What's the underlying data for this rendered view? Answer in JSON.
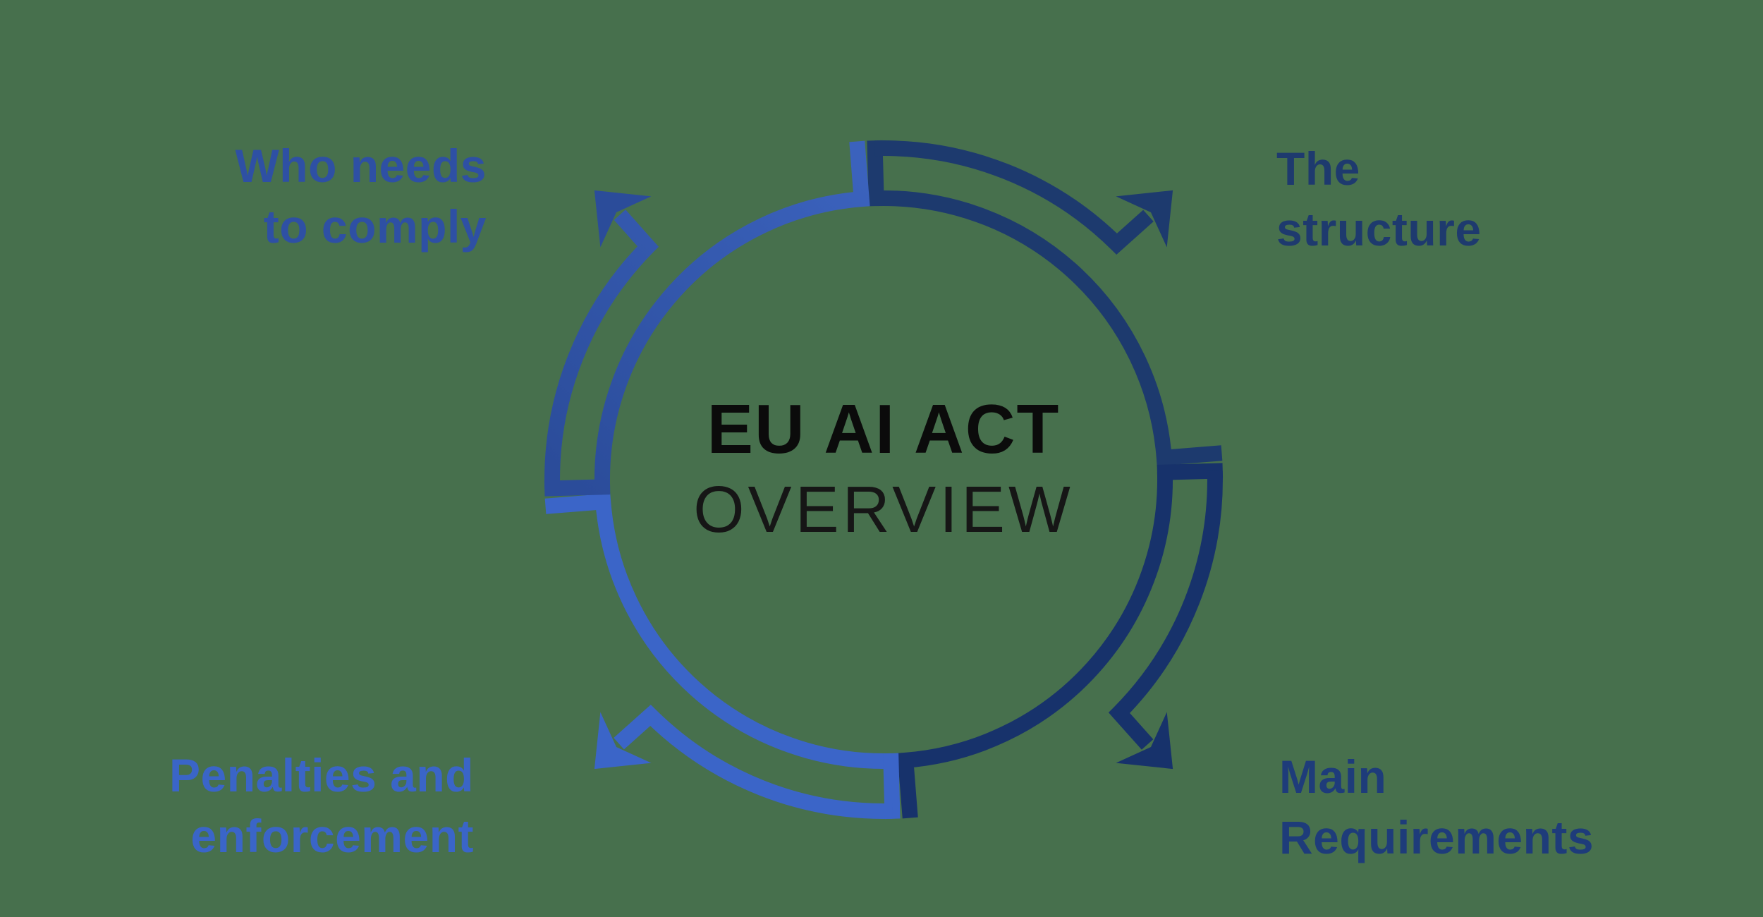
{
  "page": {
    "background_color": "#47704D"
  },
  "center": {
    "title": "EU AI ACT",
    "subtitle": "OVERVIEW",
    "title_color": "#0b0b0b",
    "subtitle_color": "#161616"
  },
  "labels": {
    "top_left": {
      "line1": "Who needs",
      "line2": "to comply",
      "color": "#2e50a4"
    },
    "top_right": {
      "line1": "The",
      "line2": "structure",
      "color": "#1e3a6e"
    },
    "bottom_left": {
      "line1": "Penalties and",
      "line2": "enforcement",
      "color": "#3a65c8"
    },
    "bottom_right": {
      "line1": "Main",
      "line2": "Requirements",
      "color": "#1e3c7a"
    }
  },
  "diagram": {
    "colors": {
      "top_right_arc": "#1d3a6e",
      "bottom_right_arc": "#17326b",
      "bottom_left_arc": "#3b65c8",
      "top_left_arc_start": "#2b4c9a",
      "top_left_arc_end": "#3b62bd"
    }
  }
}
